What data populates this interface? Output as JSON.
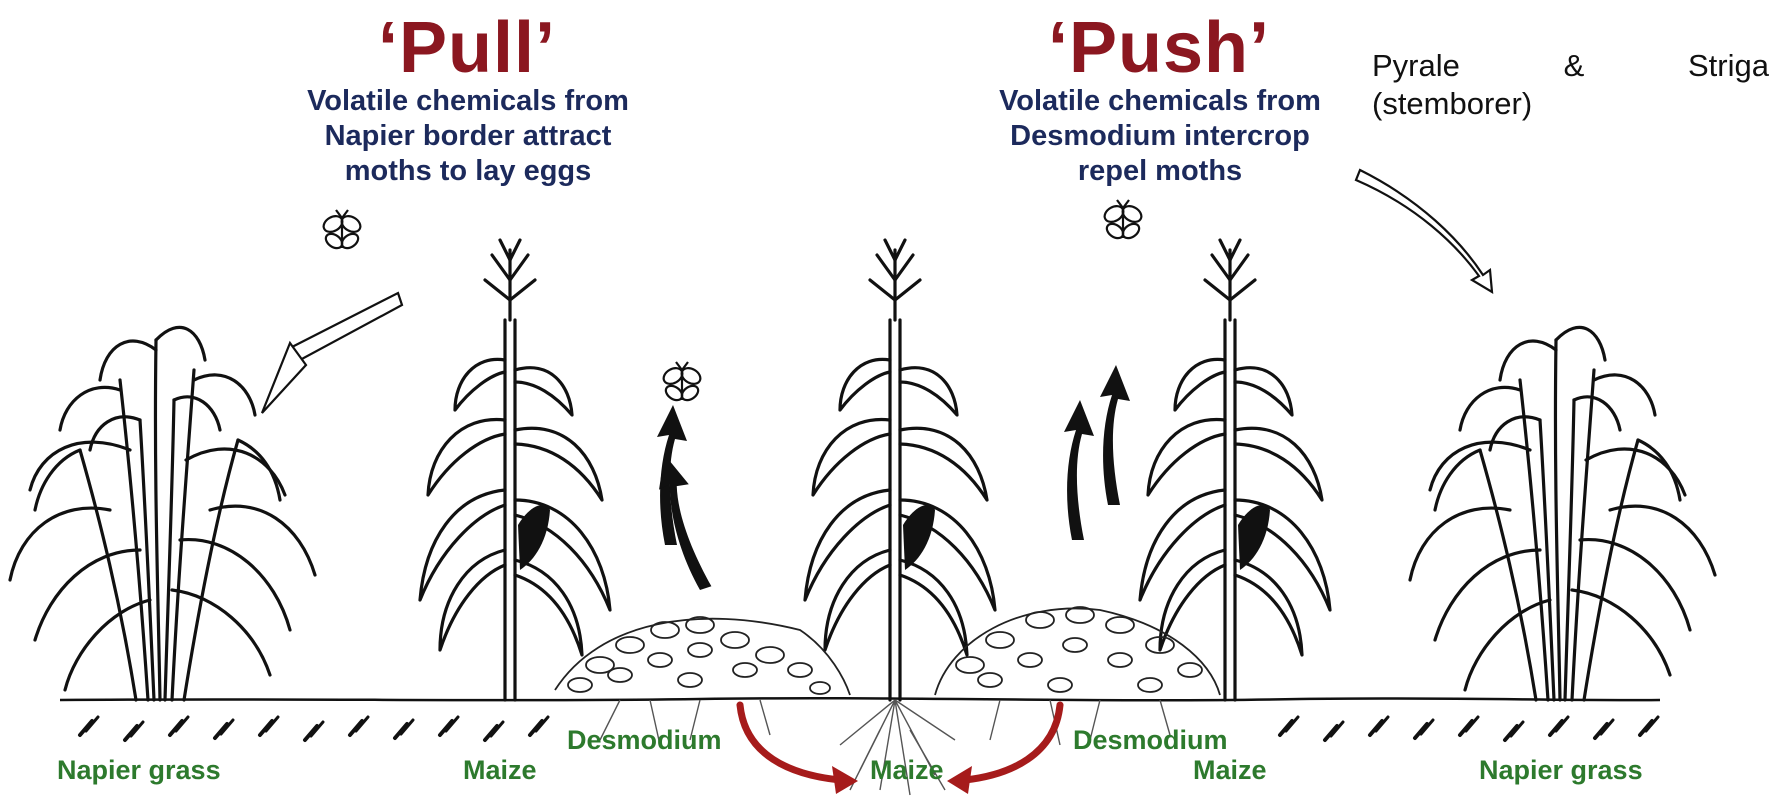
{
  "pull": {
    "title": "‘Pull’",
    "lines": [
      "Volatile chemicals from",
      "Napier border attract",
      "moths to lay eggs"
    ]
  },
  "push": {
    "title": "‘Push’",
    "lines": [
      "Volatile chemicals from",
      "Desmodium intercrop",
      "repel moths"
    ]
  },
  "note": {
    "words": [
      "Pyrale",
      "&",
      "Striga"
    ],
    "line2": "(stemborer)"
  },
  "labels": {
    "napier_left": "Napier grass",
    "maize_left": "Maize",
    "desmodium_left": "Desmodium",
    "maize_center": "Maize",
    "desmodium_right": "Desmodium",
    "maize_right": "Maize",
    "napier_right": "Napier grass"
  },
  "colors": {
    "title": "#8b1720",
    "description": "#1c2a5c",
    "labels": "#2d7a2d",
    "root_arrows": "#a61b1b"
  },
  "icons": [
    "moth-icon",
    "up-arrow-icon",
    "curved-arrow-icon",
    "napier-grass-illustration",
    "maize-illustration",
    "desmodium-illustration"
  ]
}
